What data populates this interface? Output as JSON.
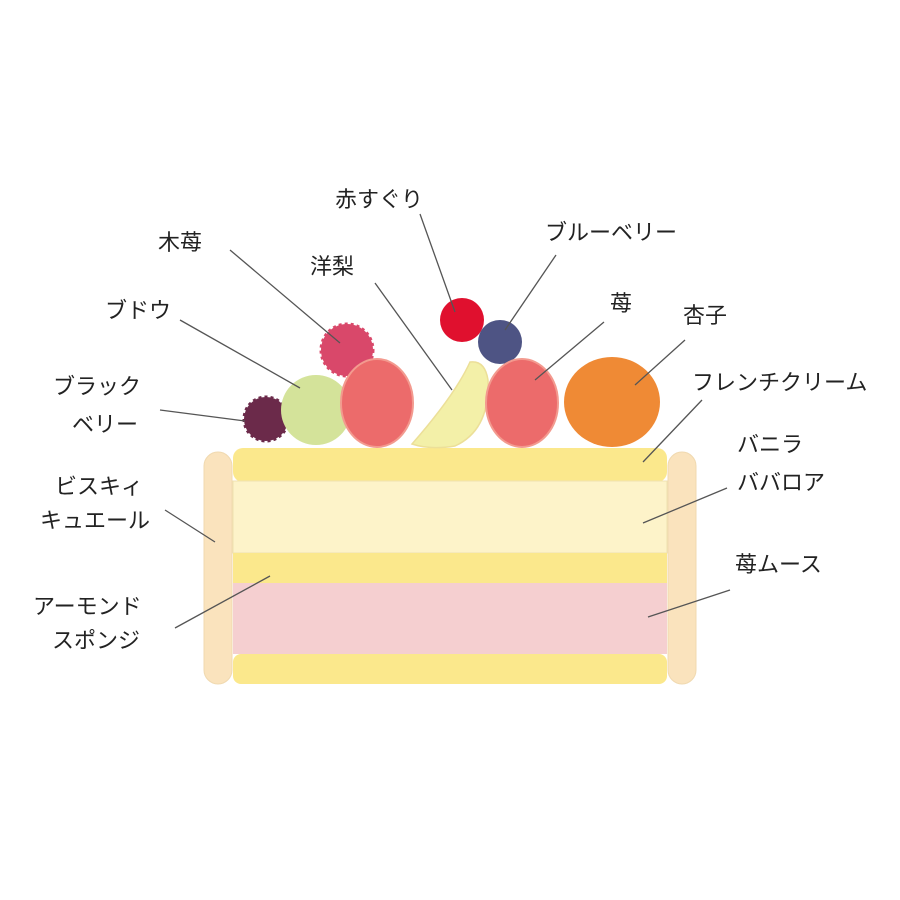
{
  "labels": {
    "red_currant": "赤すぐり",
    "blueberry": "ブルーベリー",
    "raspberry": "木苺",
    "pear": "洋梨",
    "strawberry": "苺",
    "apricot": "杏子",
    "grape": "ブドウ",
    "blackberry_1": "ブラック",
    "blackberry_2": "ベリー",
    "french_cream": "フレンチクリーム",
    "vanilla_1": "バニラ",
    "vanilla_2": "ババロア",
    "biscuit_1": "ビスキィ",
    "biscuit_2": "キュエール",
    "strawberry_mousse": "苺ムース",
    "almond_1": "アーモンド",
    "almond_2": "スポンジ"
  },
  "colors": {
    "cream_yellow": "#fbe88c",
    "vanilla": "#fdf3c9",
    "mousse": "#f5cfd0",
    "biscuit": "#fae3bd",
    "blackberry": "#6b2a4a",
    "grape": "#d4e39a",
    "raspberry": "#d9486a",
    "strawberry": "#ec6b6b",
    "pear": "#f3f0a8",
    "red_currant": "#e0102e",
    "blueberry": "#4e5484",
    "apricot": "#ef8a35"
  }
}
